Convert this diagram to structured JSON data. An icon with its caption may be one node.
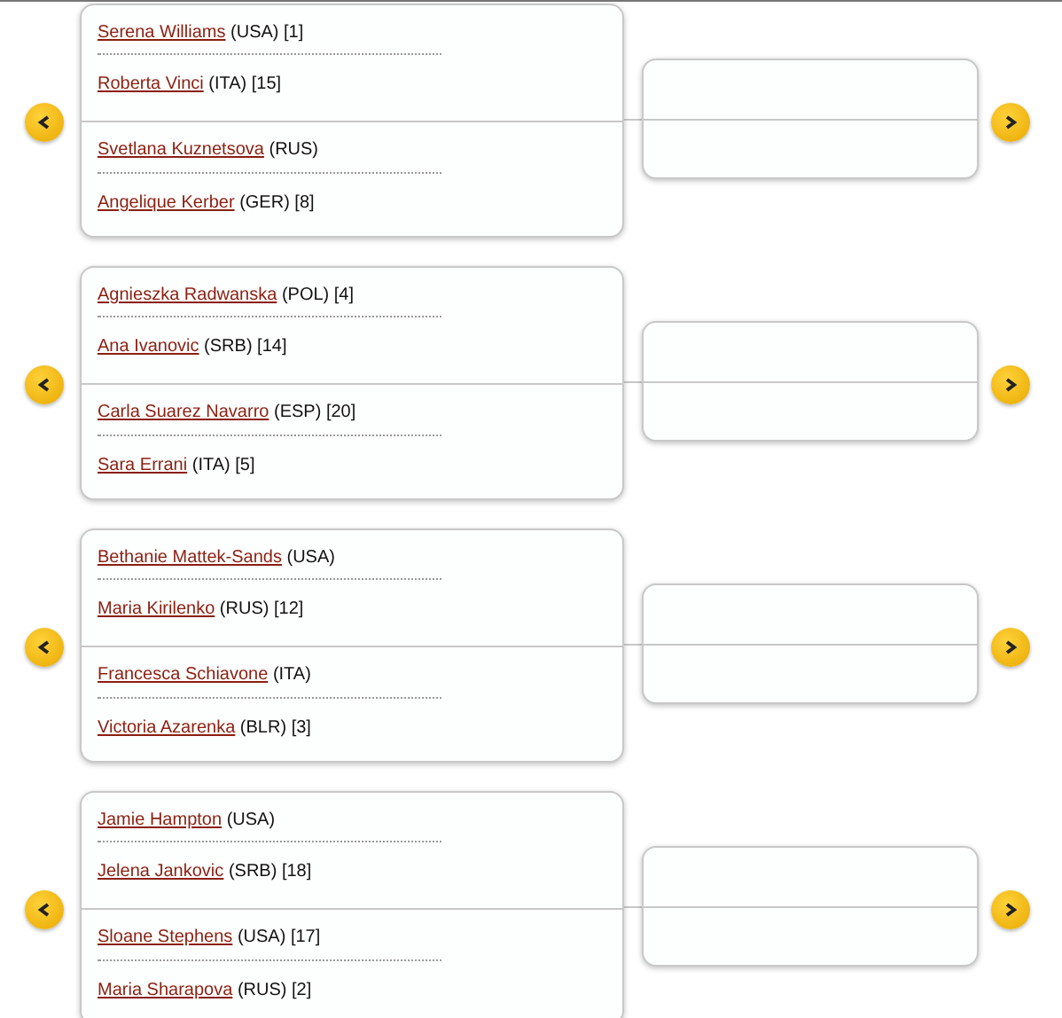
{
  "diagram": {
    "nodes": [
      {
        "text": [],
        "shape": "box"
      },
      {
        "text": [
          "Serena Williams",
          "(USA) [1]"
        ],
        "in": 0
      },
      {
        "text": [
          "Roberta Vinci",
          "(ITA) [15]"
        ],
        "in": 0
      },
      {
        "text": [
          "Svetlana Kuznetsova",
          "(RUS)"
        ],
        "in": 0
      },
      {
        "text": [
          "Angelique Kerber",
          "(GER) [8]"
        ],
        "in": 0
      },
      {
        "text": [],
        "shape": "box"
      },
      {
        "text": [],
        "shape": "box"
      },
      {
        "text": [
          "Agnieszka Radwanska",
          "(POL) [4]"
        ],
        "in": 6
      },
      {
        "text": [
          "Ana Ivanovic",
          "(SRB) [14]"
        ],
        "in": 6
      },
      {
        "text": [
          "Carla Suarez Navarro",
          "(ESP) [20]"
        ],
        "in": 6
      },
      {
        "text": [
          "Sara Errani",
          "(ITA) [5]"
        ],
        "in": 6
      },
      {
        "text": [],
        "shape": "box"
      },
      {
        "text": [],
        "shape": "box"
      },
      {
        "text": [
          "Bethanie Mattek-Sands",
          "(USA)"
        ],
        "in": 12
      },
      {
        "text": [
          "Maria Kirilenko",
          "(RUS) [12]"
        ],
        "in": 12
      },
      {
        "text": [
          "Francesca Schiavone",
          "(ITA)"
        ],
        "in": 12
      },
      {
        "text": [
          "Victoria Azarenka",
          "(BLR) [3]"
        ],
        "in": 12
      },
      {
        "text": [],
        "shape": "box"
      },
      {
        "text": [],
        "shape": "box"
      },
      {
        "text": [
          "Jamie Hampton",
          "(USA)"
        ],
        "in": 18
      },
      {
        "text": [
          "Jelena Jankovic",
          "(SRB) [18]"
        ],
        "in": 18
      },
      {
        "text": [
          "Sloane Stephens",
          "(USA) [17]"
        ],
        "in": 18
      },
      {
        "text": [
          "Maria Sharapova",
          "(RUS) [2]"
        ],
        "in": 18
      },
      {
        "text": [],
        "shape": "box"
      }
    ],
    "edges": [
      {
        "from": 0,
        "to": 5,
        "arrow": "none"
      },
      {
        "from": 6,
        "to": 11,
        "arrow": "none"
      },
      {
        "from": 12,
        "to": 17,
        "arrow": "none"
      },
      {
        "from": 18,
        "to": 23,
        "arrow": "none"
      }
    ]
  }
}
